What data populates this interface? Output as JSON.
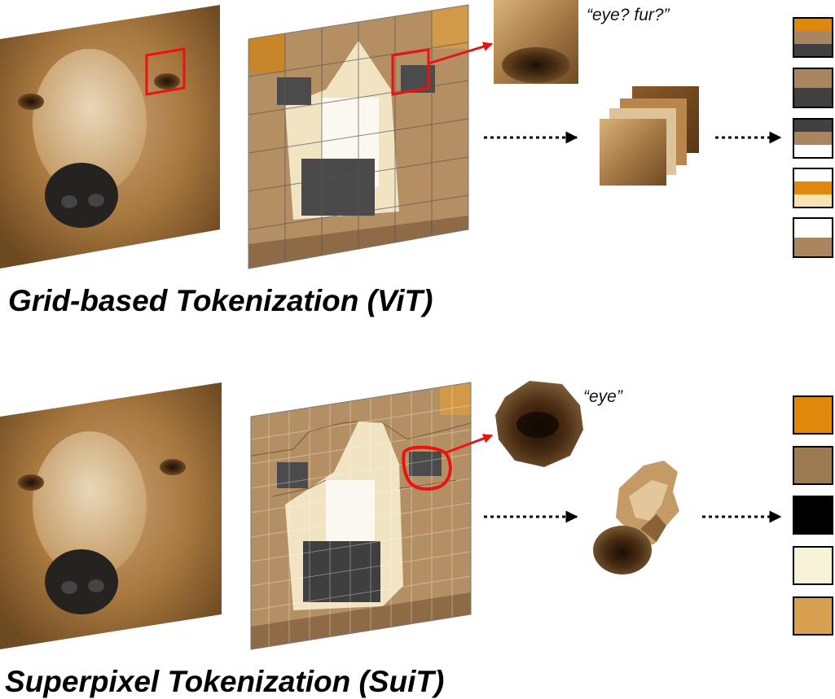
{
  "grid_section": {
    "title": "Grid-based Tokenization (ViT)",
    "quote": "“eye? fur?”",
    "token_colors": [
      [
        "#e0880a",
        "#a98660",
        "#404040"
      ],
      [
        "#a98660",
        "#404040"
      ],
      [
        "#404040",
        "#a98660",
        "#ffffff"
      ],
      [
        "#ffffff",
        "#e0880a",
        "#f7e3b3"
      ],
      [
        "#ffffff",
        "#a98660"
      ]
    ]
  },
  "superpixel_section": {
    "title": "Superpixel Tokenization (SuiT)",
    "quote": "“eye”",
    "token_colors": [
      "#e0880a",
      "#9c7a52",
      "#000000",
      "#f5f2d8",
      "#d9a04f"
    ]
  },
  "colors": {
    "highlight": "#ee1111",
    "fur": "#a0703c",
    "nose": "#222222"
  }
}
